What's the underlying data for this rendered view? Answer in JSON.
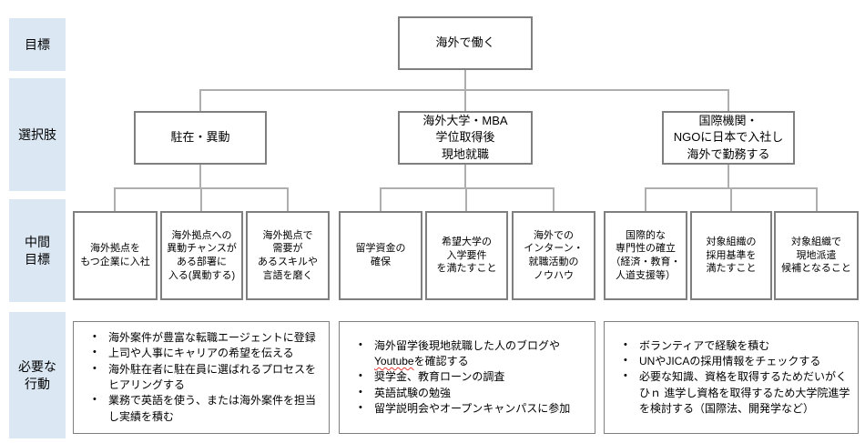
{
  "colors": {
    "sidebar_bg": "#dbe8f4",
    "node_border": "#7f7f7f",
    "connector_line": "#aeaeae",
    "text": "#000000",
    "spellcheck_squiggle": "#e53935"
  },
  "rows": [
    {
      "label": "目標"
    },
    {
      "label": "選択肢"
    },
    {
      "label": "中間\n目標"
    },
    {
      "label": "必要な\n行動"
    }
  ],
  "goal": {
    "label": "海外で働く"
  },
  "branches": [
    {
      "option": "駐在・異動",
      "milestones": [
        "海外拠点を\nもつ企業に入社",
        "海外拠点への\n異動チャンスが\nある部署に\n入る(異動する)",
        "海外拠点で\n需要が\nあるスキルや\n言語を磨く"
      ],
      "actions": [
        "海外案件が豊富な転職エージェントに登録",
        "上司や人事にキャリアの希望を伝える",
        "海外駐在者に駐在員に選ばれるプロセスをヒアリングする",
        "業務で英語を使う、または海外案件を担当し実績を積む"
      ]
    },
    {
      "option": "海外大学・MBA\n学位取得後\n現地就職",
      "milestones": [
        "留学資金の\n確保",
        "希望大学の\n入学要件\nを満たすこと",
        "海外での\nインターン・\n就職活動の\nノウハウ"
      ],
      "actions": [
        {
          "parts": [
            {
              "text": "海外留学後現地就職した人のブログや"
            },
            {
              "text": "Youtube",
              "squiggle": true
            },
            {
              "text": "を確認する"
            }
          ]
        },
        "奨学金、教育ローンの調査",
        "英語試験の勉強",
        "留学説明会やオープンキャンパスに参加"
      ]
    },
    {
      "option": "国際機関・\nNGOに日本で入社し\n海外で勤務する",
      "milestones": [
        "国際的な\n専門性の確立\n（経済・教育・\n人道支援等）",
        "対象組織の\n採用基準を\n満たすこと",
        "対象組織で\n現地派遣\n候補となること"
      ],
      "actions": [
        "ボランティアで経験を積む",
        "UNやJICAの採用情報をチェックする",
        "必要な知識、資格を取得するためだいがくひｎ 進学し資格を取得するため大学院進学を検討する（国際法、開発学など）"
      ]
    }
  ]
}
